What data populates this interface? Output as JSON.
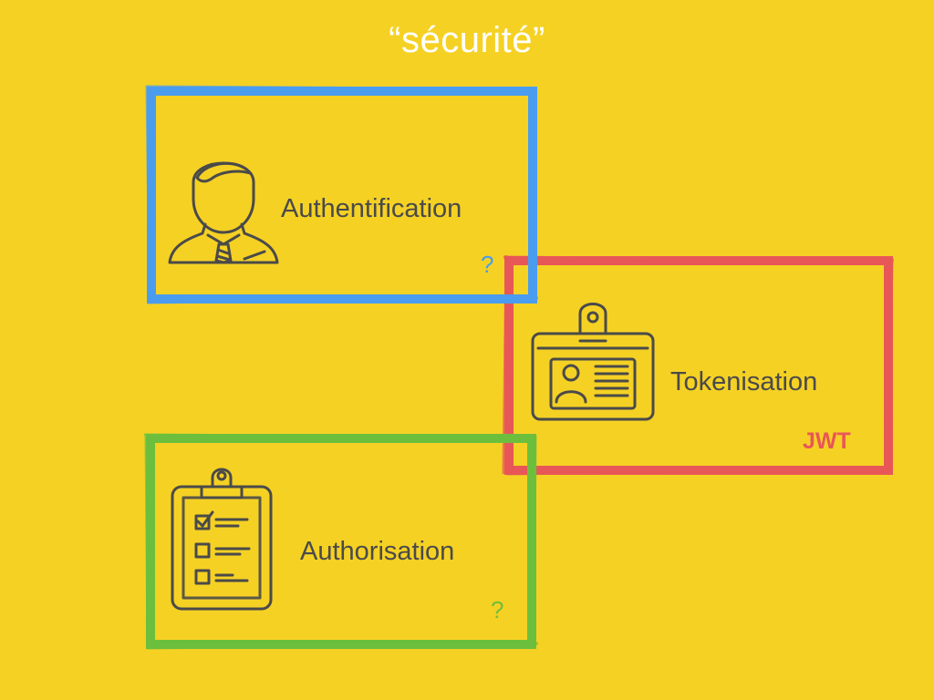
{
  "title": "“sécurité”",
  "boxes": {
    "authentification": {
      "label": "Authentification",
      "mark": "?",
      "icon": "user-with-tie-icon",
      "color": "#4a9cef"
    },
    "tokenisation": {
      "label": "Tokenisation",
      "mark": "JWT",
      "icon": "id-badge-icon",
      "color": "#e85757"
    },
    "authorisation": {
      "label": "Authorisation",
      "mark": "?",
      "icon": "checklist-clipboard-icon",
      "color": "#6cbf3d"
    }
  },
  "colors": {
    "background": "#f5d124",
    "title": "#ffffff",
    "text": "#4a4a4a",
    "icon_stroke": "#4a4a4a"
  }
}
